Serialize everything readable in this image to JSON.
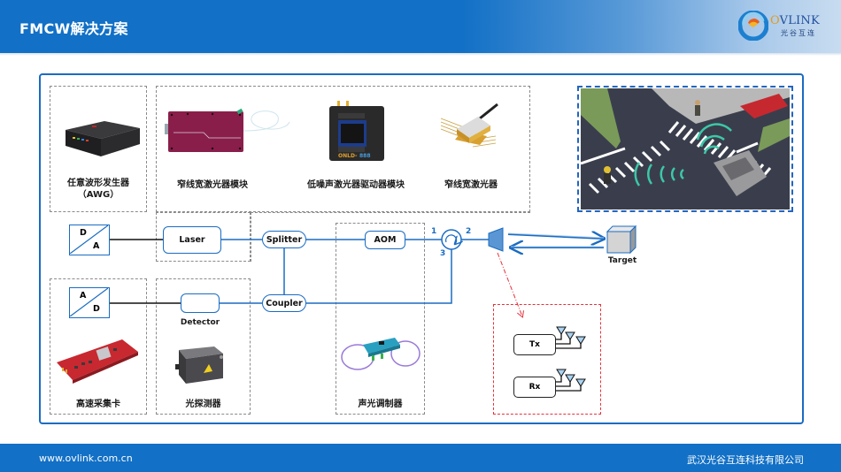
{
  "header": {
    "title": "FMCW解决方案",
    "logo": {
      "brand": "OVLINK",
      "brand_sub": "光谷互连",
      "icon": "ovlink-logo-icon"
    }
  },
  "footer": {
    "website": "www.ovlink.com.cn",
    "company": "武汉光谷互连科技有限公司"
  },
  "products": {
    "awg": {
      "label_line1": "任意波形发生器",
      "label_line2": "（AWG）",
      "image": "awg-device-image"
    },
    "laser_module": {
      "label": "窄线宽激光器模块",
      "image": "laser-module-image"
    },
    "driver_module": {
      "label": "低噪声激光器驱动器模块",
      "image": "driver-board-image"
    },
    "narrow_laser": {
      "label": "窄线宽激光器",
      "image": "butterfly-laser-image"
    },
    "daq_card": {
      "label": "高速采集卡",
      "image": "daq-card-image"
    },
    "photodetector": {
      "label": "光探测器",
      "image": "photodetector-image"
    },
    "aom": {
      "label": "声光调制器",
      "image": "aom-device-image"
    },
    "scene": {
      "image": "intersection-lidar-scene-image"
    }
  },
  "diagram": {
    "dac": {
      "top": "D",
      "bottom": "A"
    },
    "adc": {
      "top": "A",
      "bottom": "D"
    },
    "laser": "Laser",
    "splitter": "Splitter",
    "coupler": "Coupler",
    "aom": "AOM",
    "detector": "Detector",
    "circulator_ports": [
      "1",
      "2",
      "3"
    ],
    "target": "Target",
    "tx": "Tx",
    "rx": "Rx"
  },
  "colors": {
    "brand_blue": "#1270c6",
    "line_blue": "#1a6cc2",
    "dash_gray": "#8a8a8a",
    "alert_red": "#e8303a"
  }
}
